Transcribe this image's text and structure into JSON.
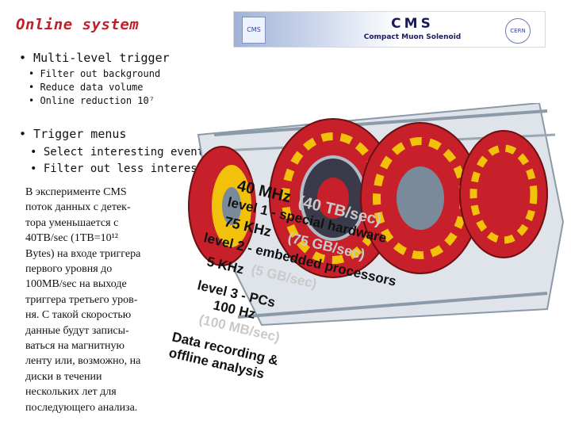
{
  "title": "Online system",
  "banner": {
    "logo_left": "CMS",
    "word": "CMS",
    "subtitle": "Compact Muon Solenoid",
    "logo_right": "CERN"
  },
  "bullets": {
    "multi_level": "• Multi-level trigger",
    "multi_items": [
      "• Filter out background",
      "• Reduce data volume",
      "• Online reduction 10⁷"
    ],
    "menus": "• Trigger menus",
    "menu_items": [
      "• Select interesting events",
      "• Filter out less interesting"
    ]
  },
  "russian_lines": [
    "В эксперименте CMS",
    "поток данных с детек-",
    "тора уменьшается с",
    "40TB/sec (1TB=10¹²",
    "Bytes) на входе триггера",
    "первого уровня до",
    "100MB/sec на выходе",
    "триггера третьего уров-",
    "ня. С такой скоростью",
    "данные будут записы-",
    "ваться на магнитную",
    "ленту или, возможно, на",
    "диски в течении",
    "нескольких лет для",
    "последующего анализа."
  ],
  "levels": [
    {
      "text": "40 MHz",
      "tone": "black"
    },
    {
      "text": "(40 TB/sec)",
      "tone": "grey"
    },
    {
      "text": "level 1 - special hardware",
      "tone": "black"
    },
    {
      "text": "75 KHz",
      "tone": "black"
    },
    {
      "text": "(75 GB/sec)",
      "tone": "grey"
    },
    {
      "text": "level 2 - embedded processors",
      "tone": "black"
    },
    {
      "text": "5 KHz",
      "tone": "black"
    },
    {
      "text": "(5 GB/sec)",
      "tone": "grey"
    },
    {
      "text": "level 3 - PCs",
      "tone": "black"
    },
    {
      "text": "100 Hz",
      "tone": "black"
    },
    {
      "text": "(100 MB/sec)",
      "tone": "grey"
    },
    {
      "text": "Data recording &",
      "tone": "black"
    },
    {
      "text": "offline analysis",
      "tone": "black"
    }
  ],
  "colors": {
    "title": "#c0202a",
    "detector_red": "#c8202a",
    "detector_yellow": "#f2c20a",
    "detector_steel": "#8a9aa8"
  }
}
